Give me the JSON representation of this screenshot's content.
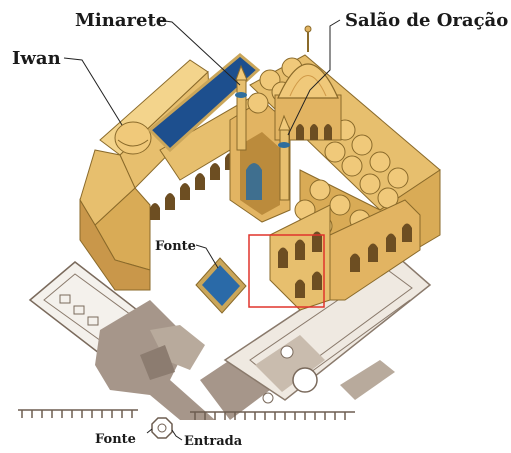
{
  "labels": {
    "minarete": "Minarete",
    "salao": "Salão de Oração",
    "iwan": "Iwan",
    "fonte_patio": "Fonte",
    "fonte_entrada": "Fonte",
    "entrada": "Entrada"
  },
  "colors": {
    "sandstone": "#e7bf6e",
    "sandstone_light": "#f3d48c",
    "sandstone_dark": "#b98a3a",
    "pool": "#1d4f8e",
    "pool_edge": "#caa65a",
    "plan_gray": "#9c8c7c",
    "highlight": "#e0342c"
  }
}
